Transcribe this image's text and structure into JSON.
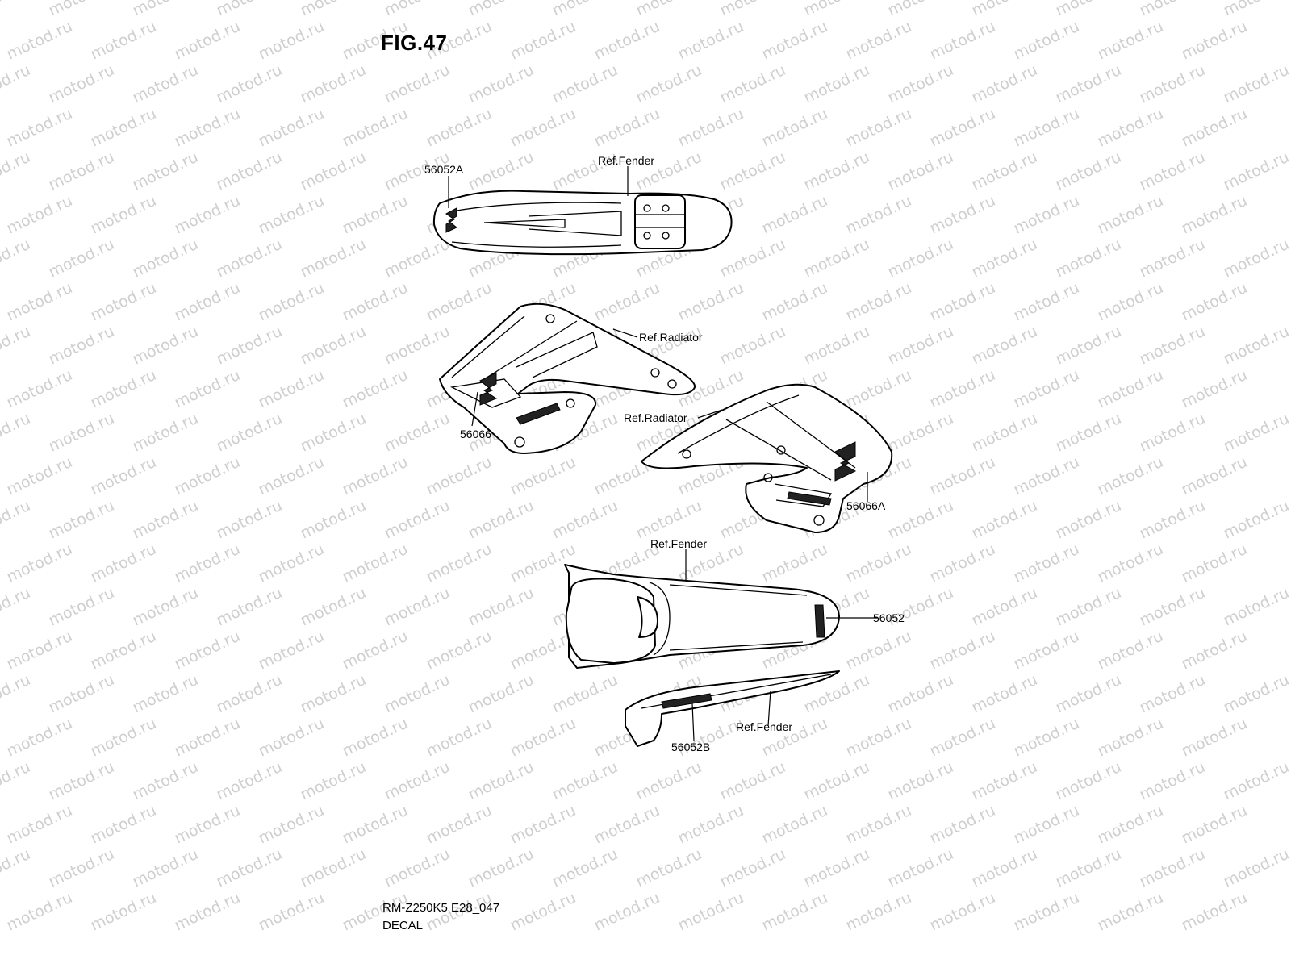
{
  "watermark": {
    "text": "motod.ru",
    "color": "#cfcfcf"
  },
  "figure": {
    "title": "FIG.47"
  },
  "callouts": {
    "part_56052A": "56052A",
    "ref_fender_front": "Ref.Fender",
    "ref_radiator_left": "Ref.Radiator",
    "ref_radiator_right": "Ref.Radiator",
    "part_56066": "56066",
    "part_56066A": "56066A",
    "ref_fender_rear": "Ref.Fender",
    "part_56052": "56052",
    "ref_fender_side": "Ref.Fender",
    "part_56052B": "56052B"
  },
  "footer": {
    "code": "RM-Z250K5 E28_047",
    "section": "DECAL"
  }
}
